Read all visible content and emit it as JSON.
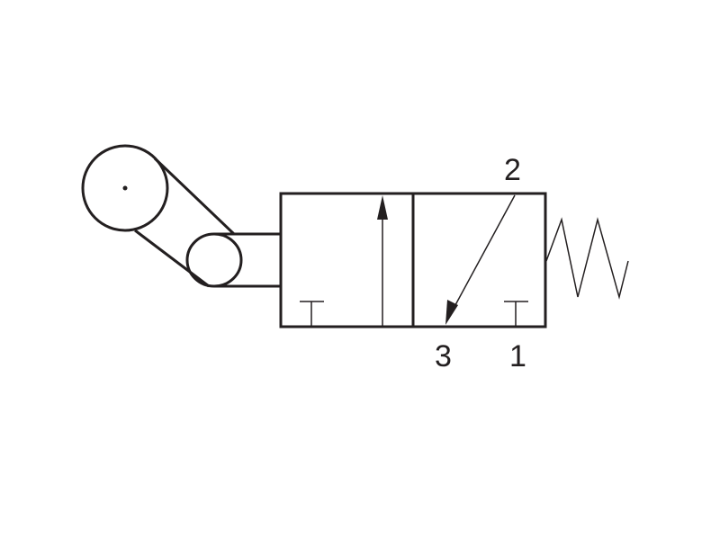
{
  "diagram": {
    "ports": {
      "port_2": "2",
      "port_3": "3",
      "port_1": "1"
    },
    "colors": {
      "stroke": "#231f20",
      "background": "#ffffff"
    }
  }
}
